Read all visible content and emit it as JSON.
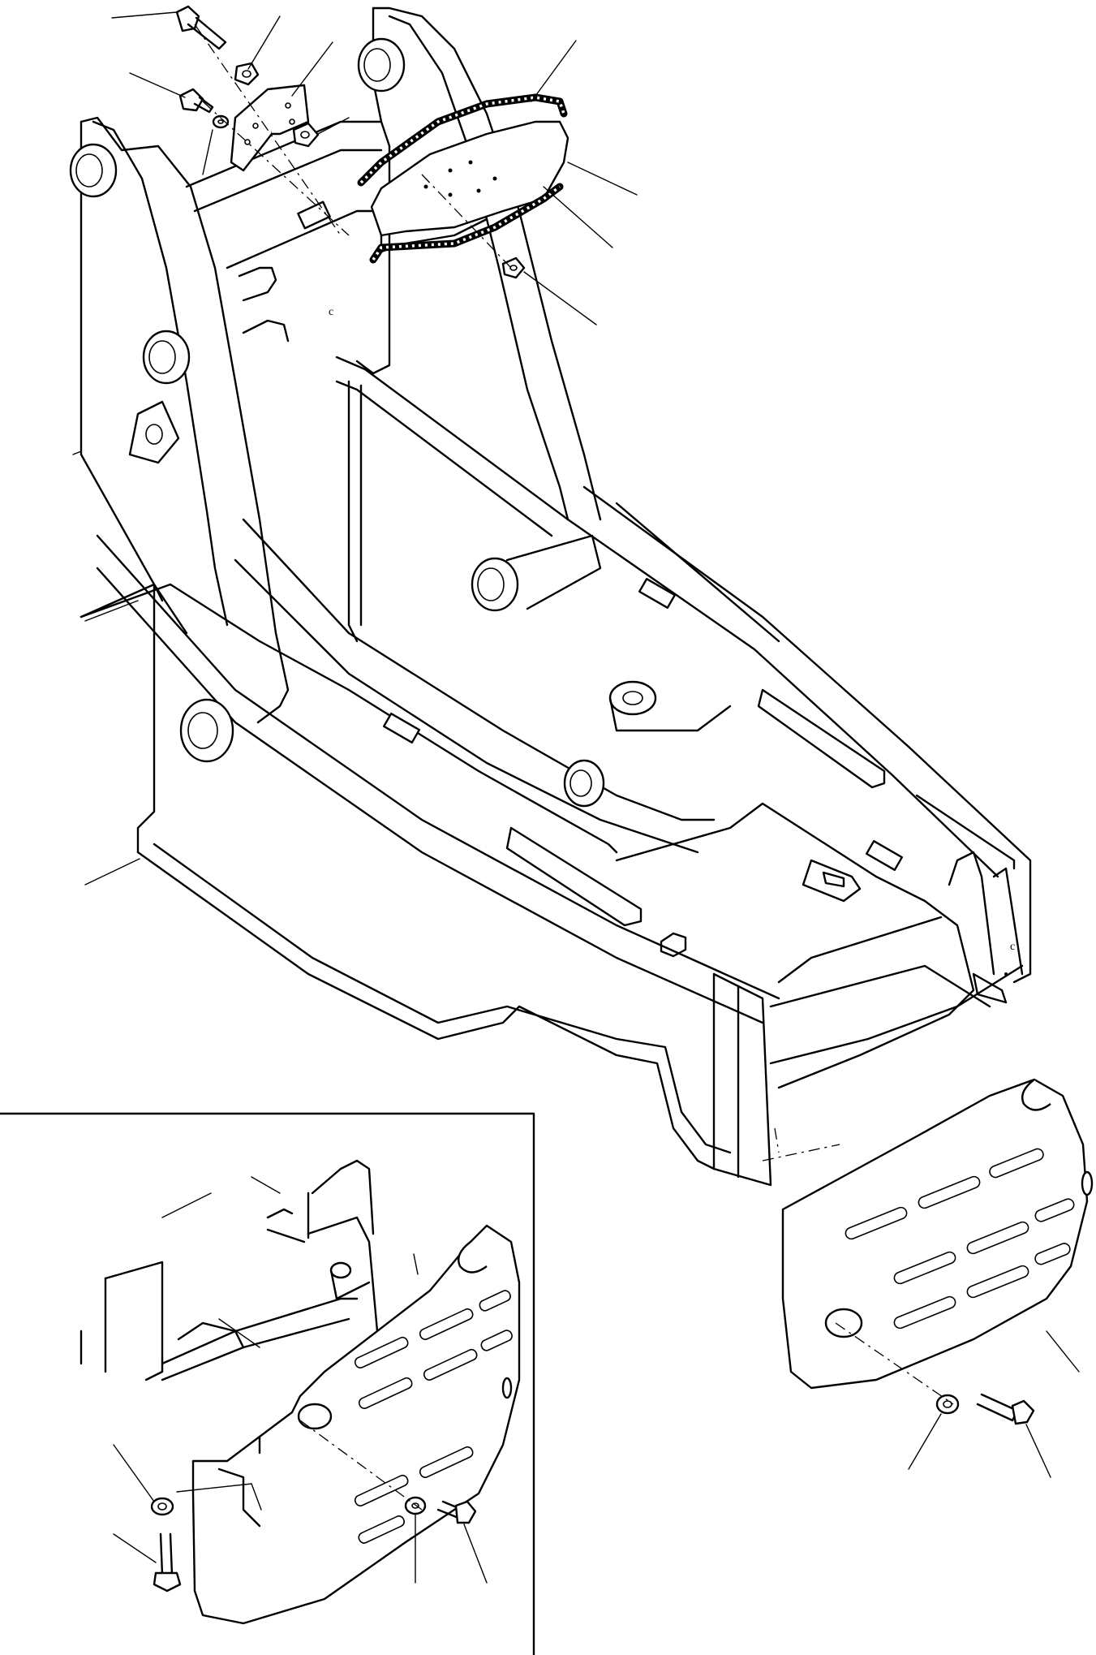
{
  "figure": {
    "kind": "exploded-parts-diagram",
    "callout_count": 14,
    "icons": [
      "loader-rear-frame",
      "counterweight-right",
      "counterweight-left-inset",
      "cover-plate-with-gaskets",
      "mounting-bracket",
      "bolt",
      "washer",
      "nut"
    ]
  }
}
